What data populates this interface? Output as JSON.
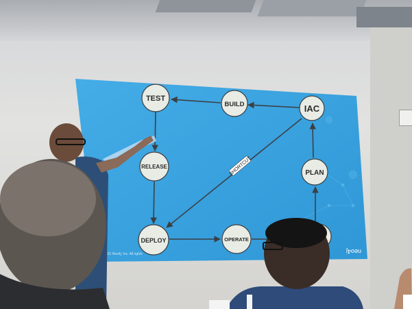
{
  "slide": {
    "nodes": {
      "test": "TEST",
      "build": "BUILD",
      "iac": "IAC",
      "release": "RELEASE",
      "plan": "PLAN",
      "deploy": "DEPLOY",
      "operate": "OPERATE"
    },
    "shortcut_label": "SHORTCUT",
    "copyright": "© 2022 Neo4j, Inc. All rights",
    "brand": "neo4j"
  },
  "colors": {
    "slide_background": "#3aa3df",
    "node_fill": "#e8ece4",
    "arrow": "#3c3f44"
  }
}
